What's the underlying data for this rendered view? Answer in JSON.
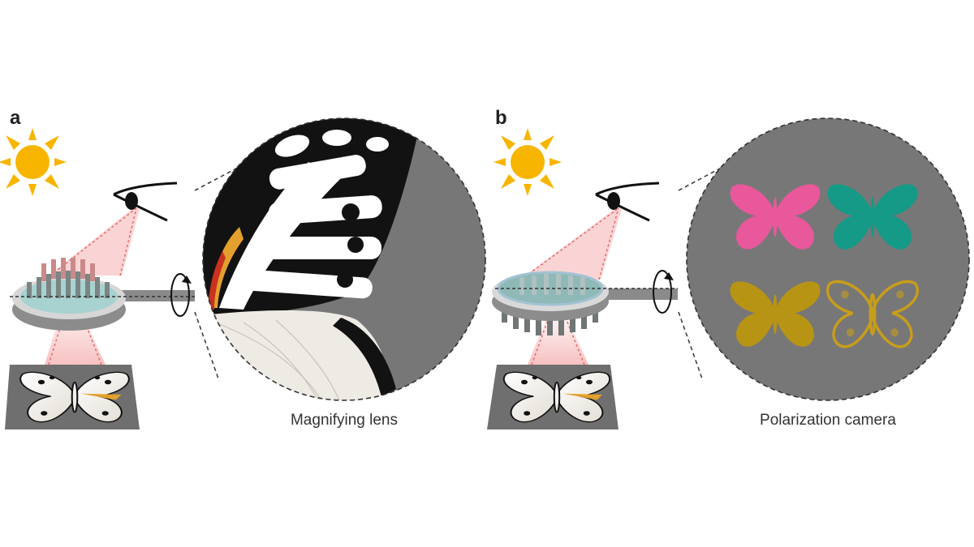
{
  "panels": [
    {
      "label": "a",
      "caption": "Magnifying lens"
    },
    {
      "label": "b",
      "caption": "Polarization camera"
    }
  ],
  "colors": {
    "sun": "#f7b500",
    "gray_disc": "#7a7a7a",
    "beam": "#f3a0a0",
    "butterfly_pink": "#e8589a",
    "butterfly_teal": "#149a87",
    "butterfly_gold": "#b89414",
    "butterfly_gold_outline": "#c79d1c"
  },
  "icons": [
    "sun-icon",
    "eye-icon",
    "rotation-arrow-icon",
    "butterfly-icon"
  ]
}
